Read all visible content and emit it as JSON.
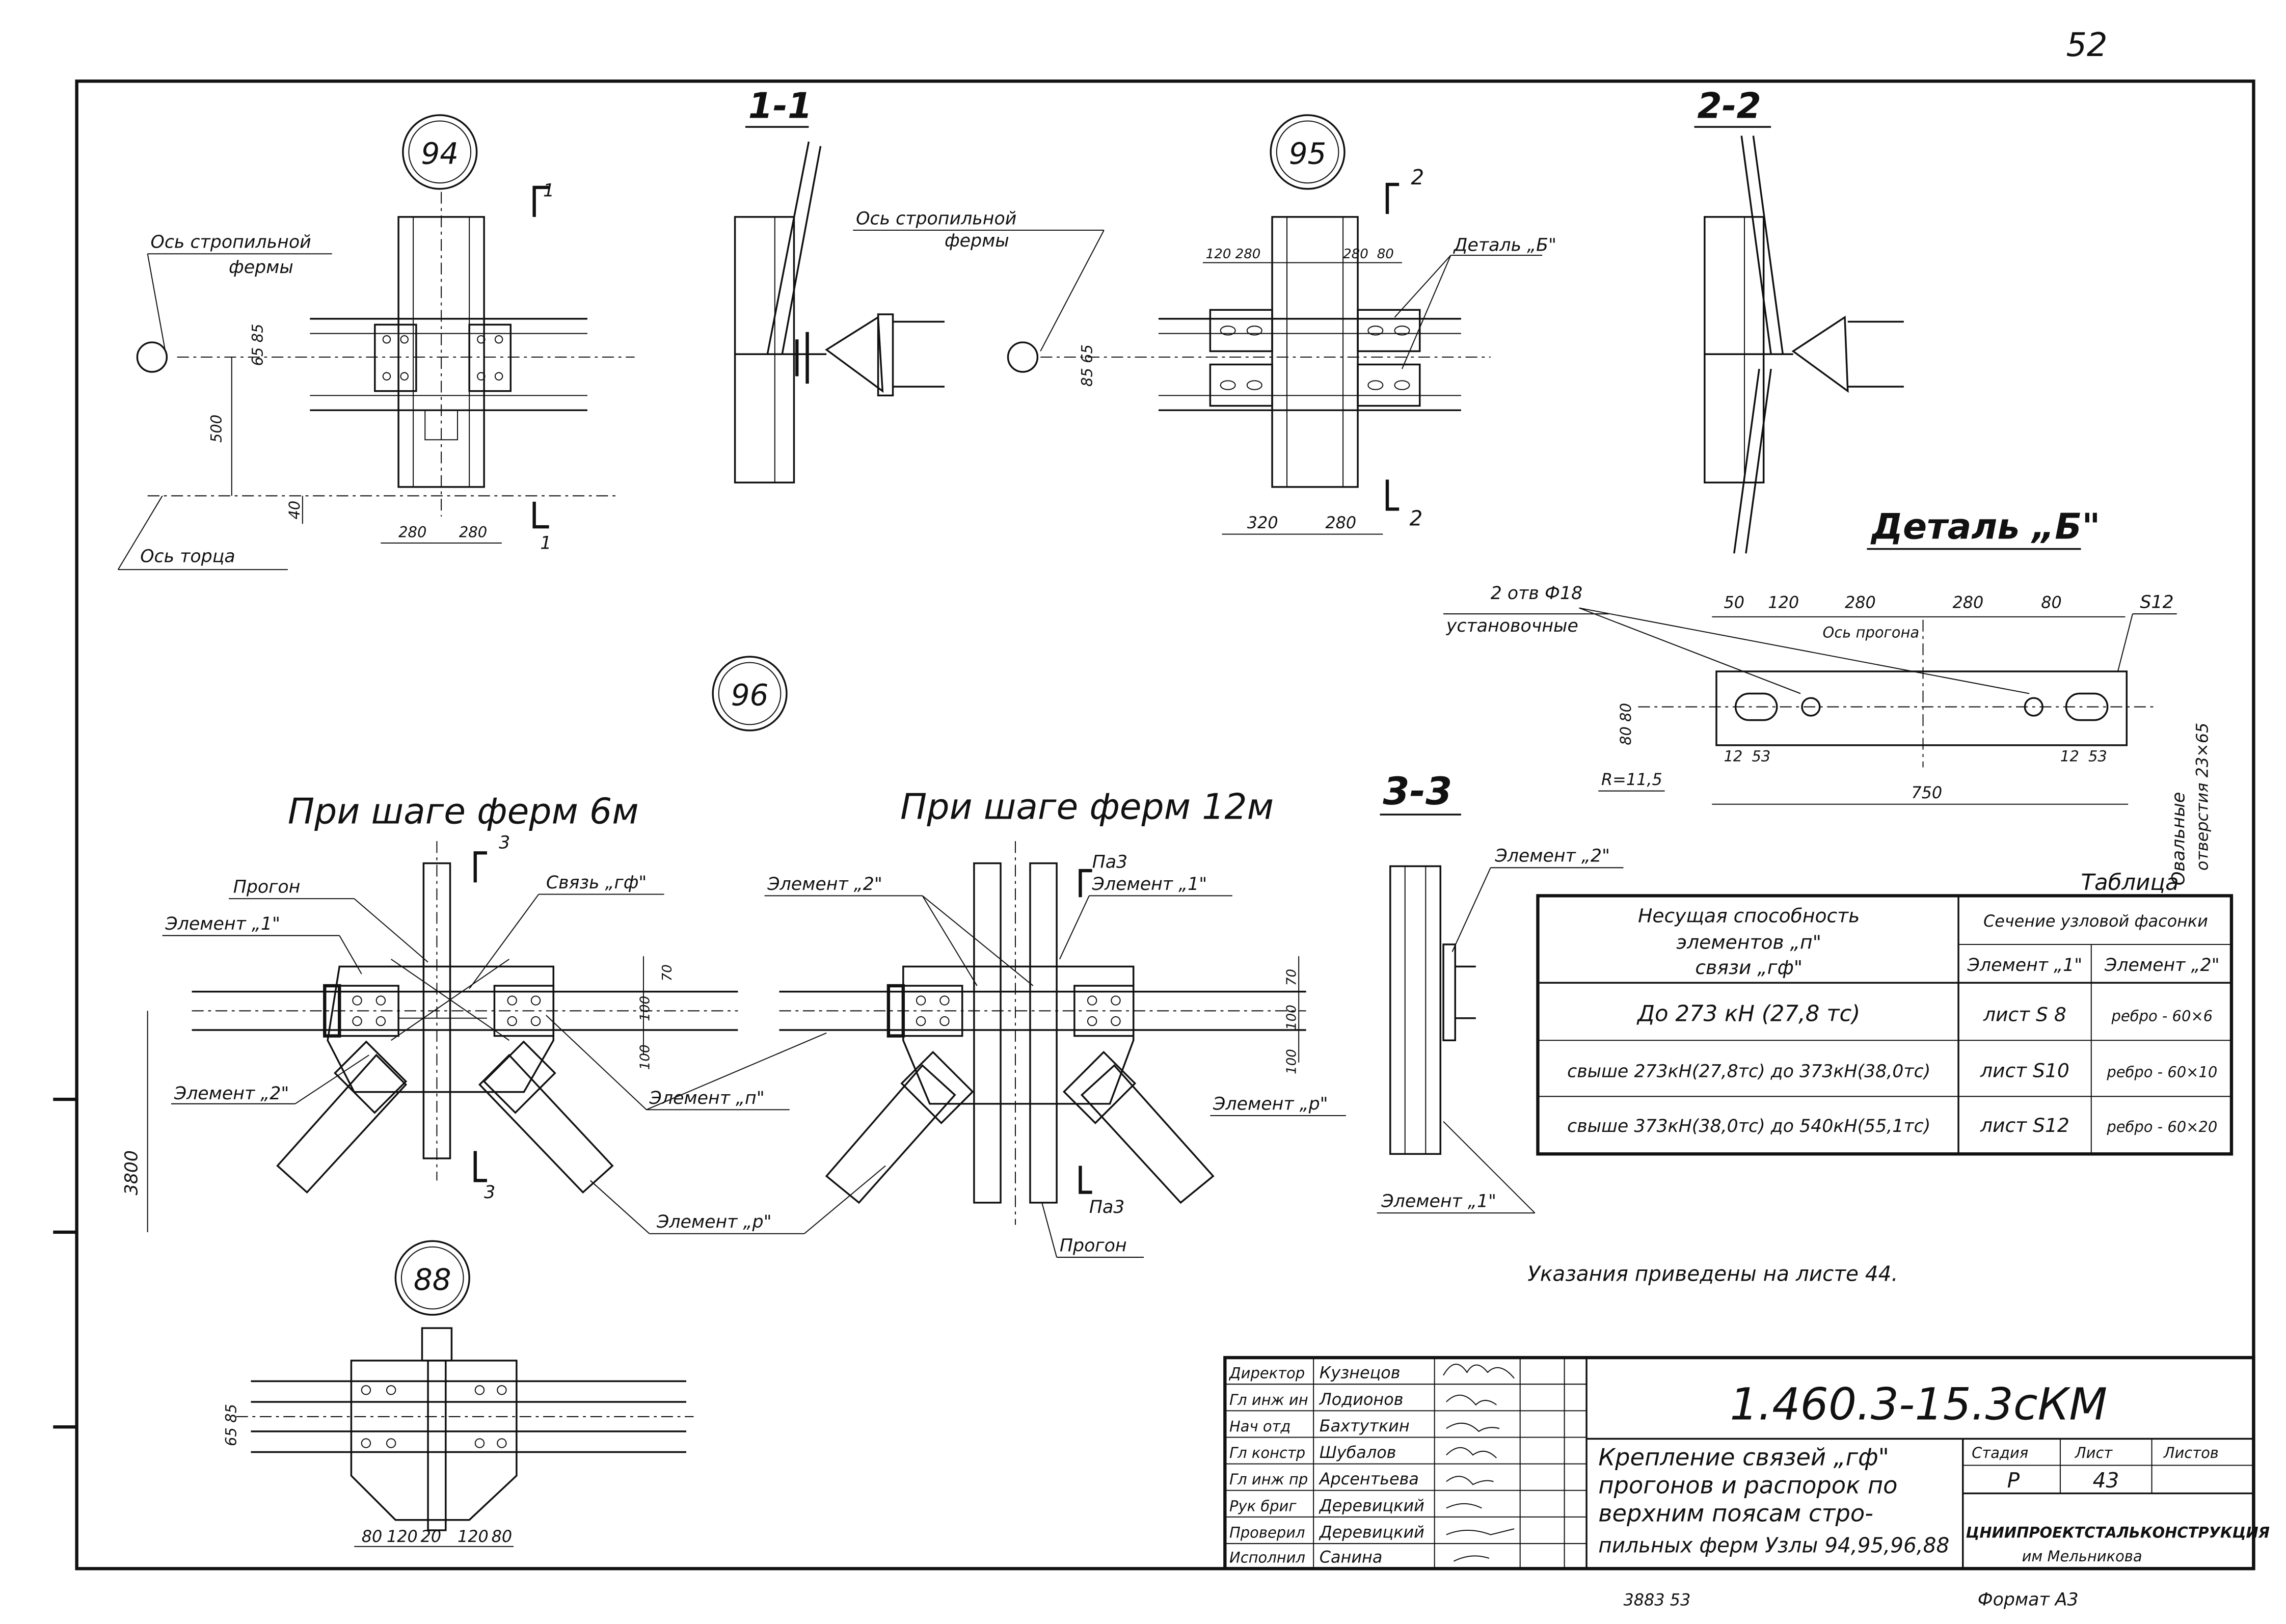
{
  "page_number": "52",
  "nodes": {
    "n94": "94",
    "n95": "95",
    "n96": "96",
    "n88": "88"
  },
  "sections": {
    "s11": "1-1",
    "s22": "2-2",
    "s33": "3-3",
    "cut1": "1",
    "cut2": "2",
    "cut3": "3",
    "pa3": "Па3"
  },
  "labels": {
    "truss_axis": "Ось стропильной",
    "truss_axis_2": "фермы",
    "end_axis": "Ось торца",
    "detail_b_ref": "Деталь „Б\"",
    "detail_b_title": "Деталь „Б\"",
    "holes": "2 отв Ф18",
    "holes_2": "установочные",
    "purlin_axis": "Ось прогона",
    "plate": "S12",
    "radius": "R=11,5",
    "oval_holes": "Овальные",
    "oval_holes_2": "отверстия 23×65",
    "step6": "При шаге ферм 6м",
    "step12": "При шаге ферм 12м",
    "purlin": "Прогон",
    "element1": "Элемент „1\"",
    "element2": "Элемент „2\"",
    "element_n": "Элемент „п\"",
    "element_r": "Элемент „р\"",
    "brace_gf": "Связь „гф\"",
    "notes": "Указания приведены на листе 44."
  },
  "dims": {
    "d65_85": "65 85",
    "d500": "500",
    "d40": "40",
    "d280": "280",
    "d120": "120",
    "d80": "80",
    "d85_65": "85 65",
    "d320": "320",
    "d50": "50",
    "d750": "750",
    "d12": "12",
    "d53": "53",
    "d80_80": "80 80",
    "d70": "70",
    "d100": "100",
    "d3800": "3800",
    "d65_85b": "65 85",
    "d20": "20"
  },
  "table": {
    "caption": "Таблица",
    "head_left": [
      "Несущая способность",
      "элементов „п\"",
      "связи „гф\""
    ],
    "head_right": "Сечение узловой фасонки",
    "col1": "Элемент „1\"",
    "col2": "Элемент „2\"",
    "rows": [
      {
        "cap": "До 273 кН (27,8 тс)",
        "e1": "лист S 8",
        "e2": "ребро - 60×6"
      },
      {
        "cap": "свыше 273кН(27,8тс) до 373кН(38,0тс)",
        "e1": "лист S10",
        "e2": "ребро - 60×10"
      },
      {
        "cap": "свыше 373кН(38,0тс) до 540кН(55,1тс)",
        "e1": "лист S12",
        "e2": "ребро - 60×20"
      }
    ]
  },
  "stamp": {
    "code": "1.460.3-15.3сКМ",
    "roles": [
      "Директор",
      "Гл инж ин",
      "Нач отд",
      "Гл констр",
      "Гл инж пр",
      "Рук бриг",
      "Проверил",
      "Исполнил"
    ],
    "names": [
      "Кузнецов",
      "Лодионов",
      "Бахтуткин",
      "Шубалов",
      "Арсентьева",
      "Деревицкий",
      "Деревицкий",
      "Санина"
    ],
    "title_lines": [
      "Крепление связей „гф\"",
      "прогонов и распорок по",
      "верхним поясам стро-",
      "пильных ферм Узлы 94,95,96,88"
    ],
    "stage_label": "Стадия",
    "sheet_label": "Лист",
    "sheets_label": "Листов",
    "stage": "Р",
    "sheet": "43",
    "org": "ЦНИИПРОЕКТСТАЛЬКОНСТРУКЦИЯ",
    "org_2": "им Мельникова",
    "format": "Формат А3",
    "bottom_marks": "3883 53"
  }
}
